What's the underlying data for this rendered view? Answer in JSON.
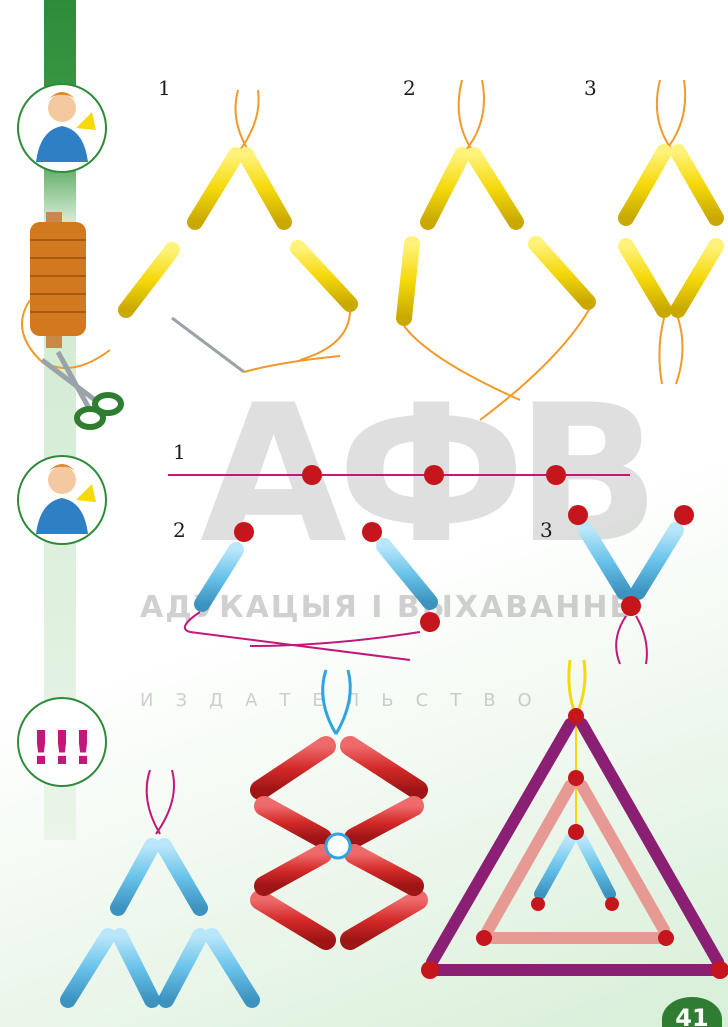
{
  "watermark": {
    "logo": "АФВ",
    "publisher_line": "АДУКАЦЫЯ І ВЫХАВАННЕ",
    "sub_line": "ИЗДАТЕЛЬСТВО"
  },
  "step_labels": {
    "row1_step1": "1",
    "row1_step2": "2",
    "row1_step3": "3",
    "row2_step1": "1",
    "row2_step2": "2",
    "row2_step3": "3"
  },
  "icons": {
    "row1": "boy-threading-icon",
    "row2": "boy-threading-icon",
    "row3": "exclamation-marks-icon",
    "tools": [
      "thread-spool-icon",
      "scissors-icon",
      "needle-icon"
    ]
  },
  "exclamation": "!!!",
  "page_number": "41",
  "colors": {
    "rail_green": "#2e8b3a",
    "yellow_tube": "#f5d90a",
    "blue_tube": "#69c3ea",
    "red_tube": "#d42a2a",
    "red_bead": "#c4161c",
    "purple_tube": "#8a1f73",
    "pink_tube": "#e79a94",
    "orange_thread": "#f09a2a",
    "magenta_thread": "#c2187a"
  }
}
